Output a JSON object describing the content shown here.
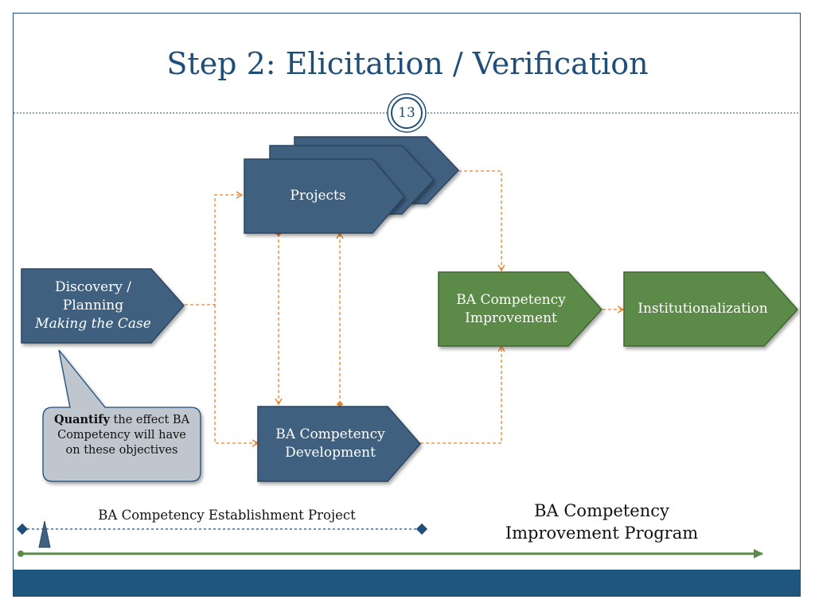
{
  "slide": {
    "title": "Step 2: Elicitation / Verification",
    "page_number": "13"
  },
  "nodes": {
    "discovery": {
      "line1": "Discovery /",
      "line2": "Planning",
      "line3": "Making the Case"
    },
    "projects": {
      "label": "Projects"
    },
    "development": {
      "line1": "BA Competency",
      "line2": "Development"
    },
    "improvement": {
      "line1": "BA Competency",
      "line2": "Improvement"
    },
    "institutionalization": {
      "label": "Institutionalization"
    }
  },
  "callout": {
    "bold": "Quantify",
    "text": " the effect BA Competency will have on these objectives"
  },
  "timeline": {
    "establishment_label": "BA Competency Establishment Project",
    "program_label_line1": "BA Competency",
    "program_label_line2": "Improvement Program"
  },
  "colors": {
    "blue_shape": "#41607f",
    "green_shape": "#5b8a4a",
    "arrow_orange": "#e8822a",
    "title_blue": "#1f4e79",
    "timeline_green": "#5b8a4a",
    "footer": "#1f567d"
  }
}
